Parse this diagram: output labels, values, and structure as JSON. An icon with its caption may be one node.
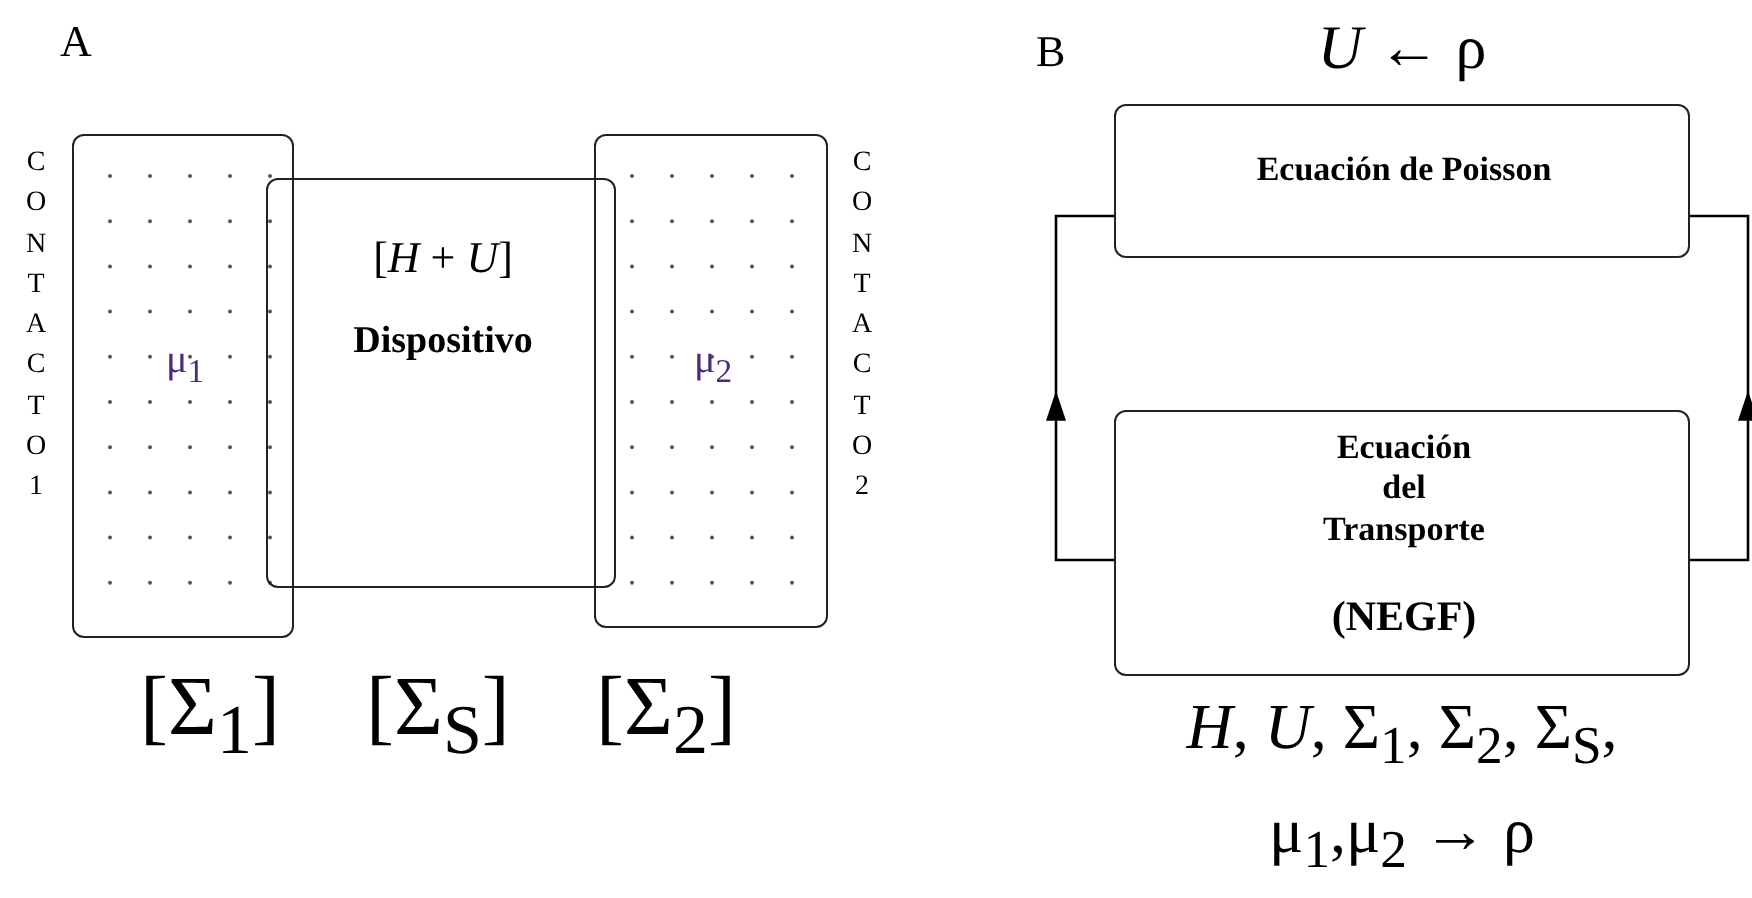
{
  "diagram": {
    "nodes": [
      {
        "text": [
          "μ$_{1}$"
        ],
        "beside": [
          "CONTACTO 1"
        ]
      },
      {
        "text": [
          "[*H* + *U*]",
          "Dispositivo"
        ]
      },
      {
        "text": [
          "μ$_{2}$"
        ],
        "beside": [
          "CONTACTO 2"
        ]
      },
      {
        "text": [
          "Ecuación de Poisson"
        ],
        "beside": [
          "*U* ← ρ"
        ]
      },
      {
        "text": [
          "Ecuación del Transporte",
          "(NEGF)"
        ],
        "beside": [
          "*H*, *U*, Σ$_{1}$, Σ$_{2}$, Σ$_{S}$, μ$_{1}$,μ$_{2}$ → ρ"
        ]
      }
    ],
    "edges": [
      {
        "from": 4,
        "to": 3,
        "arrow": "to"
      },
      {
        "from": 4,
        "to": 3,
        "arrow": "to"
      }
    ],
    "labels": [
      "A",
      "[Σ$_{1}$]",
      "[Σ$_{S}$]",
      "[Σ$_{2}$]",
      "B"
    ]
  }
}
